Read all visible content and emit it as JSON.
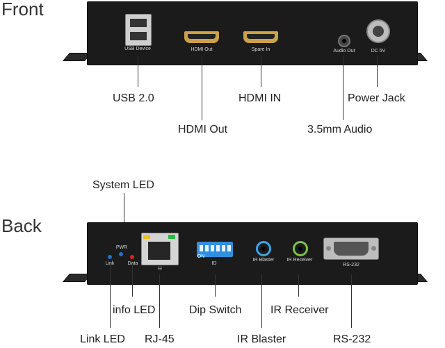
{
  "front": {
    "title": "Front",
    "ports": {
      "usb_device": "USB Device",
      "hdmi_out": "HDMI Out",
      "spare_in": "Spare In",
      "audio_out": "Audio Out",
      "dc_5v": "DC 5V"
    },
    "callouts": {
      "usb": "USB 2.0",
      "hdmi_in": "HDMI IN",
      "power_jack": "Power Jack",
      "hdmi_out": "HDMI Out",
      "audio": "3.5mm Audio"
    }
  },
  "back": {
    "title": "Back",
    "ports": {
      "pwr": "PWR",
      "link": "Link",
      "data": "Data",
      "id": "ID",
      "on": "ON",
      "ir_blaster": "IR Blaster",
      "ir_receiver": "IR Receiver",
      "rs232": "RS-232"
    },
    "callouts": {
      "system_led": "System LED",
      "info_led": "info LED",
      "dip_switch": "Dip Switch",
      "ir_receiver": "IR Receiver",
      "link_led": "Link LED",
      "rj45": "RJ-45",
      "ir_blaster": "IR Blaster",
      "rs232": "RS-232"
    }
  },
  "colors": {
    "chassis": "#1b1b1b",
    "hdmi_port": "#c9a24a",
    "led_blue": "#1e6fe0",
    "led_red": "#e02020",
    "led_green": "#22c040",
    "led_yellow": "#e8c020",
    "dip_blue": "#2f8fe0",
    "ir_blaster_jack": "#3aa6e8",
    "ir_receiver_jack": "#7cc24a"
  }
}
